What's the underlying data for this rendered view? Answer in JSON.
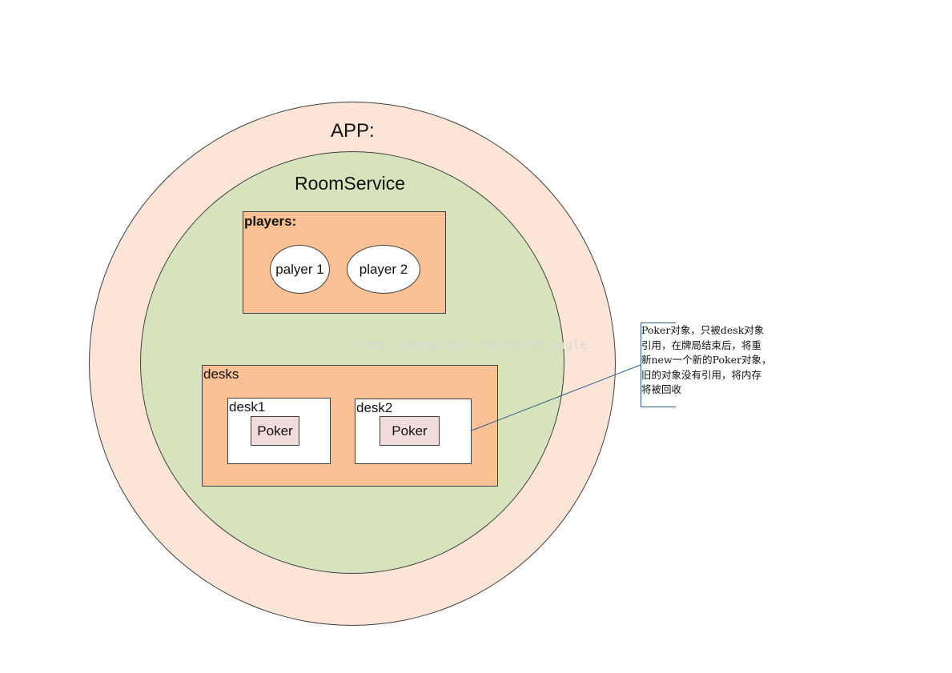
{
  "app": {
    "title": "APP:"
  },
  "room_service": {
    "title": "RoomService"
  },
  "players": {
    "label": "players:",
    "items": [
      "palyer 1",
      "player 2"
    ]
  },
  "desks": {
    "label": "desks",
    "items": [
      {
        "label": "desk1",
        "poker": "Poker"
      },
      {
        "label": "desk2",
        "poker": "Poker"
      }
    ]
  },
  "note": {
    "lines": [
      "Poker对象，只被desk对象",
      "引用，在牌局结束后，将重",
      "新new一个新的Poker对象，",
      "旧的对象没有引用，将内存",
      "将被回收"
    ]
  },
  "watermark": "http://blog.csdn.net/north_eagle",
  "colors": {
    "app_circle": "#fce4d6",
    "room_circle": "#d6e3bd",
    "box_orange": "#f9c194",
    "poker_fill": "#f2dcdb",
    "connector": "#2b5d8c"
  }
}
